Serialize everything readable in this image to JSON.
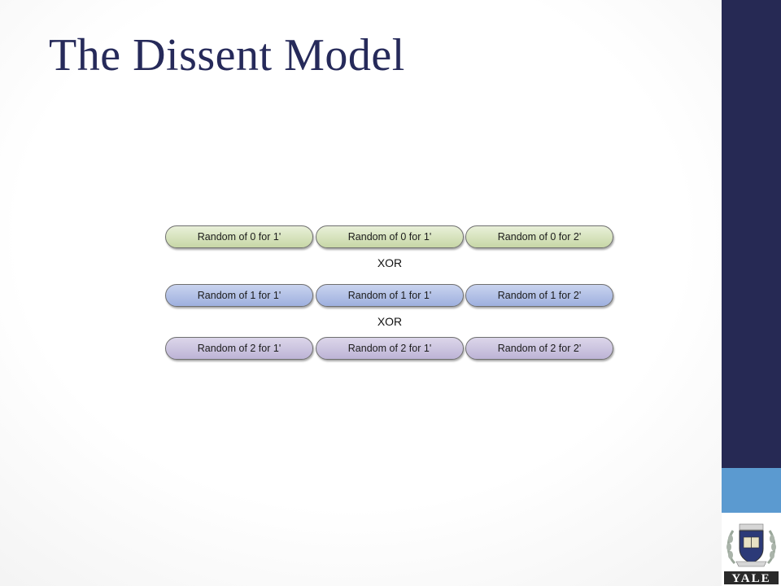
{
  "slide": {
    "title": "The Dissent Model"
  },
  "diagram": {
    "rows": [
      {
        "cells": [
          "Random of 0 for 1'",
          "Random of 0 for 1'",
          "Random of 0 for 2'"
        ],
        "color": "#c7d7a6"
      },
      {
        "cells": [
          "Random of 1 for 1'",
          "Random of 1 for 1'",
          "Random of 1 for 2'"
        ],
        "color": "#9eb0de"
      },
      {
        "cells": [
          "Random of 2 for 1'",
          "Random of 2 for 1'",
          "Random of 2 for 2'"
        ],
        "color": "#bdb4d6"
      }
    ],
    "operators": [
      "XOR",
      "XOR"
    ]
  },
  "sidebar": {
    "dark_color": "#262954",
    "light_color": "#5b9ad0",
    "logo_name": "yale-shield-logo",
    "logo_text": "YALE"
  }
}
